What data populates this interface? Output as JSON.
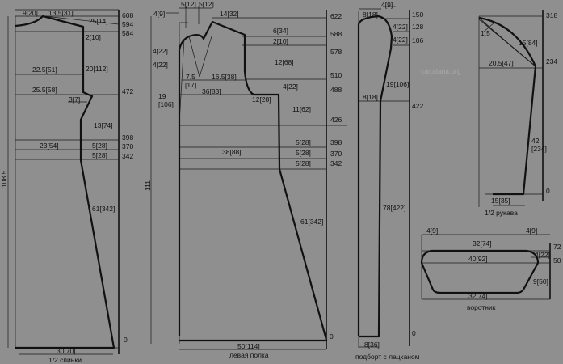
{
  "watermark": "cartalana.org",
  "back": {
    "caption": "1/2 спинки",
    "total_height": "108.5",
    "m_shoulder1": "9[20]",
    "m_shoulder2": "13.5[31]",
    "m_neck": "25[14]",
    "m_slope": "2[10]",
    "m_arm": "20[112]",
    "m_chest_w": "22.5[51]",
    "m_underarm_w": "25.5[58]",
    "m_dart": "3[7]",
    "m_side": "13[74]",
    "m_waist_w": "23[54]",
    "m_band1": "5[28]",
    "m_band2": "5[28]",
    "m_lower": "61[342]",
    "m_hem": "30[70]",
    "r608": "608",
    "r594": "594",
    "r584": "584",
    "r472": "472",
    "r398": "398",
    "r370": "370",
    "r342": "342",
    "r0": "0"
  },
  "front": {
    "caption": "левая полка",
    "total_height": "111",
    "m_a": "4[9]",
    "m_b": "5[12]",
    "m_c": "5[12]",
    "m_shoulder": "14[32]",
    "m_neck1": "4[22]",
    "m_neck2": "4[22]",
    "m_slope1": "6[34]",
    "m_slope2": "2[10]",
    "m_d75": "7.5",
    "m_d17": "[17]",
    "m_dart_w": "16.5[38]",
    "m_arm": "12[68]",
    "m_left": "19\n[106]",
    "m_chest_w": "36[83]",
    "m_under": "12[28]",
    "m_side_step": "4[22]",
    "m_side": "11[62]",
    "m_waist_w": "38[88]",
    "m_band1": "5[28]",
    "m_band2": "5[28]",
    "m_band3": "5[28]",
    "m_lower": "61[342]",
    "m_hem": "50[114]",
    "r622": "622",
    "r588": "588",
    "r578": "578",
    "r510": "510",
    "r488": "488",
    "r426": "426",
    "r398": "398",
    "r370": "370",
    "r342": "342",
    "r0": "0"
  },
  "facing": {
    "caption": "подборт с лацканом",
    "m_top_a": "8[18]",
    "m_top_b": "4[9]",
    "m_r1": "4[22]",
    "m_r2": "4[22]",
    "m_curve": "19[106]",
    "m_mid": "8[18]",
    "m_long": "78[422]",
    "m_bottom": "8[36]",
    "r150": "150",
    "r128": "128",
    "r106": "106",
    "r422": "422",
    "r0": "0"
  },
  "sleeve": {
    "caption": "1/2 рукава",
    "m_small": "1.5",
    "m_cap": "15[84]",
    "m_width": "20.5[47]",
    "m_long": "42\n[234]",
    "m_cuff": "15[35]",
    "r318": "318",
    "r234": "234",
    "r0": "0"
  },
  "collar": {
    "caption": "воротник",
    "m_left": "4[9]",
    "m_right": "4[9]",
    "m_top": "32[74]",
    "m_mid": "40[92]",
    "m_side": "4[22]",
    "m_height": "9[50]",
    "m_bottom": "32[74]",
    "r72": "72",
    "r50": "50"
  }
}
